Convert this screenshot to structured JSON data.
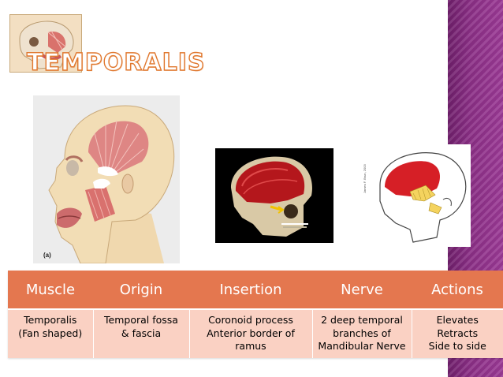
{
  "slide": {
    "title": "TEMPORALIS"
  },
  "figures": {
    "lateral_head_label": "(a)",
    "skeletal_outline_credit": "James F. Brun, 2003"
  },
  "table": {
    "headers": [
      "Muscle",
      "Origin",
      "Insertion",
      "Nerve",
      "Actions"
    ],
    "rows": [
      {
        "muscle": [
          "Temporalis",
          "(Fan shaped)"
        ],
        "origin": [
          "Temporal fossa",
          "& fascia"
        ],
        "insertion": [
          "Coronoid process",
          "Anterior  border of",
          "ramus"
        ],
        "nerve": [
          "2 deep temporal",
          "branches of",
          "Mandibular Nerve"
        ],
        "actions": [
          "Elevates",
          "Retracts",
          "Side to side"
        ]
      }
    ]
  },
  "colors": {
    "header_bg": "#e4774f",
    "row_bg": "#fad1c3",
    "title_outline": "#e0782f",
    "side_band": "#8b2f86"
  }
}
